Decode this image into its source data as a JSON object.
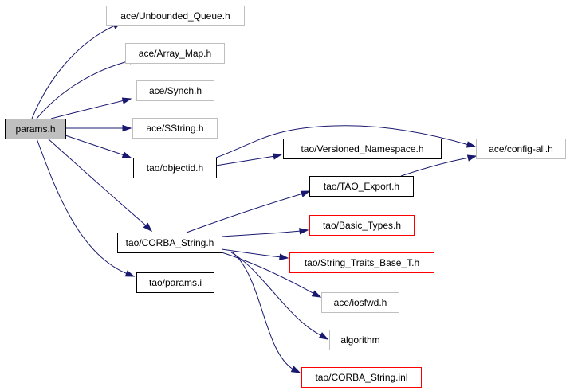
{
  "graph": {
    "colors": {
      "edge": "#191970",
      "root_fill": "#bfbfbf",
      "border_documented": "#000000",
      "border_external": "#bfbfbf",
      "border_truncated": "#ff0000",
      "background": "#ffffff"
    },
    "nodes": [
      {
        "id": "params_h",
        "label": "params.h",
        "kind": "root"
      },
      {
        "id": "ace_unbounded_queue",
        "label": "ace/Unbounded_Queue.h",
        "kind": "external"
      },
      {
        "id": "ace_array_map",
        "label": "ace/Array_Map.h",
        "kind": "external"
      },
      {
        "id": "ace_synch",
        "label": "ace/Synch.h",
        "kind": "external"
      },
      {
        "id": "ace_sstring",
        "label": "ace/SString.h",
        "kind": "external"
      },
      {
        "id": "tao_objectid",
        "label": "tao/objectid.h",
        "kind": "documented"
      },
      {
        "id": "tao_versioned_namespace",
        "label": "tao/Versioned_Namespace.h",
        "kind": "documented"
      },
      {
        "id": "ace_config_all",
        "label": "ace/config-all.h",
        "kind": "external"
      },
      {
        "id": "tao_tao_export",
        "label": "tao/TAO_Export.h",
        "kind": "documented"
      },
      {
        "id": "tao_corba_string",
        "label": "tao/CORBA_String.h",
        "kind": "documented"
      },
      {
        "id": "tao_basic_types",
        "label": "tao/Basic_Types.h",
        "kind": "truncated"
      },
      {
        "id": "tao_string_traits",
        "label": "tao/String_Traits_Base_T.h",
        "kind": "truncated"
      },
      {
        "id": "tao_params_i",
        "label": "tao/params.i",
        "kind": "documented"
      },
      {
        "id": "ace_iosfwd",
        "label": "ace/iosfwd.h",
        "kind": "external"
      },
      {
        "id": "algorithm",
        "label": "algorithm",
        "kind": "external"
      },
      {
        "id": "tao_corba_string_inl",
        "label": "tao/CORBA_String.inl",
        "kind": "truncated"
      }
    ],
    "edges": [
      {
        "from": "params_h",
        "to": "ace_unbounded_queue"
      },
      {
        "from": "params_h",
        "to": "ace_array_map"
      },
      {
        "from": "params_h",
        "to": "ace_synch"
      },
      {
        "from": "params_h",
        "to": "ace_sstring"
      },
      {
        "from": "params_h",
        "to": "tao_objectid"
      },
      {
        "from": "params_h",
        "to": "tao_corba_string"
      },
      {
        "from": "params_h",
        "to": "tao_params_i"
      },
      {
        "from": "tao_objectid",
        "to": "ace_config_all"
      },
      {
        "from": "tao_objectid",
        "to": "tao_versioned_namespace"
      },
      {
        "from": "tao_tao_export",
        "to": "ace_config_all"
      },
      {
        "from": "tao_corba_string",
        "to": "tao_tao_export"
      },
      {
        "from": "tao_corba_string",
        "to": "tao_basic_types"
      },
      {
        "from": "tao_corba_string",
        "to": "tao_string_traits"
      },
      {
        "from": "tao_corba_string",
        "to": "ace_iosfwd"
      },
      {
        "from": "tao_corba_string",
        "to": "algorithm"
      },
      {
        "from": "tao_corba_string",
        "to": "tao_corba_string_inl"
      }
    ]
  }
}
